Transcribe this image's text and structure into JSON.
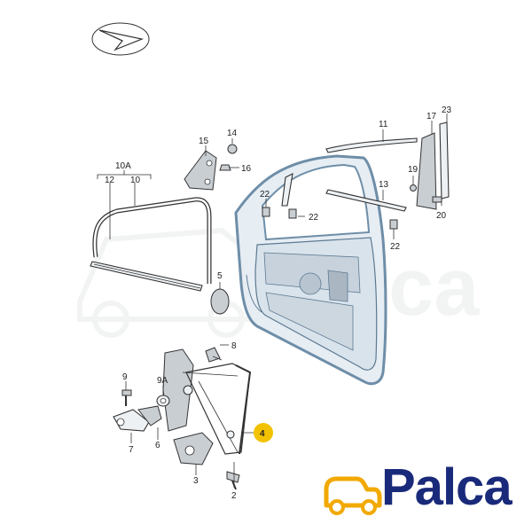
{
  "diagram": {
    "callouts": {
      "c2": "2",
      "c3": "3",
      "c4": "4",
      "c5": "5",
      "c6": "6",
      "c7": "7",
      "c8": "8",
      "c9": "9",
      "c9a": "9A",
      "c10": "10",
      "c10a": "10A",
      "c11": "11",
      "c12": "12",
      "c13": "13",
      "c14": "14",
      "c15": "15",
      "c16": "16",
      "c17": "17",
      "c19": "19",
      "c20": "20",
      "c22a": "22",
      "c22b": "22",
      "c22c": "22",
      "c23": "23"
    },
    "highlight_color": "#f2c200"
  },
  "brand": {
    "logo_text": "Palca",
    "watermark_text": "Palca",
    "logo_color": "#1a2a7a",
    "logo_icon_color": "#f2a900"
  }
}
